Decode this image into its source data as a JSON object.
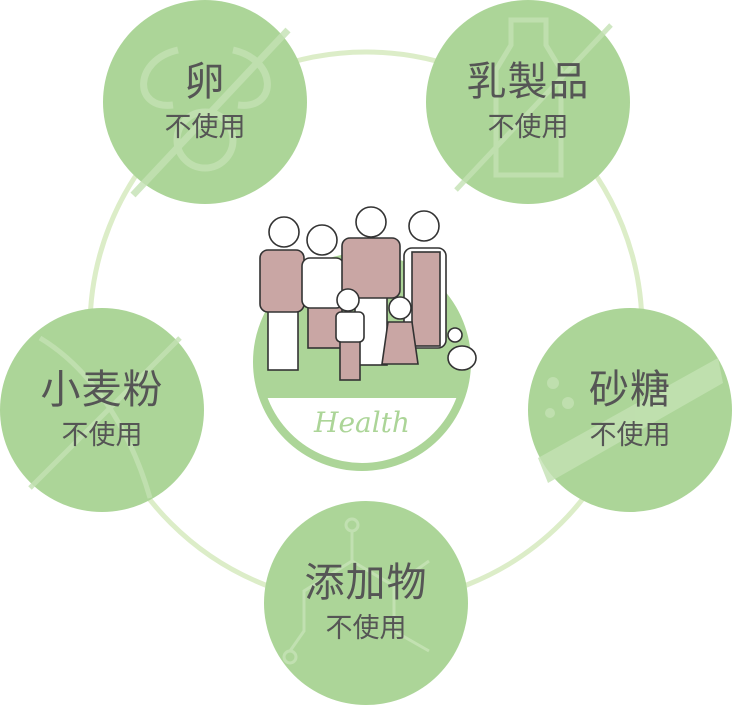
{
  "colors": {
    "circle": "#acd598",
    "ring": "#dcedc8",
    "text": "#555555",
    "figure": "#c9a6a4"
  },
  "center": {
    "label": "Health",
    "icon": "family-illustration"
  },
  "items": [
    {
      "title": "卵",
      "subtitle": "不使用",
      "icon": "egg-icon"
    },
    {
      "title": "乳製品",
      "subtitle": "不使用",
      "icon": "milk-bottle-icon"
    },
    {
      "title": "小麦粉",
      "subtitle": "不使用",
      "icon": "wheat-icon"
    },
    {
      "title": "砂糖",
      "subtitle": "不使用",
      "icon": "sugar-icon"
    },
    {
      "title": "添加物",
      "subtitle": "不使用",
      "icon": "molecule-icon"
    }
  ]
}
